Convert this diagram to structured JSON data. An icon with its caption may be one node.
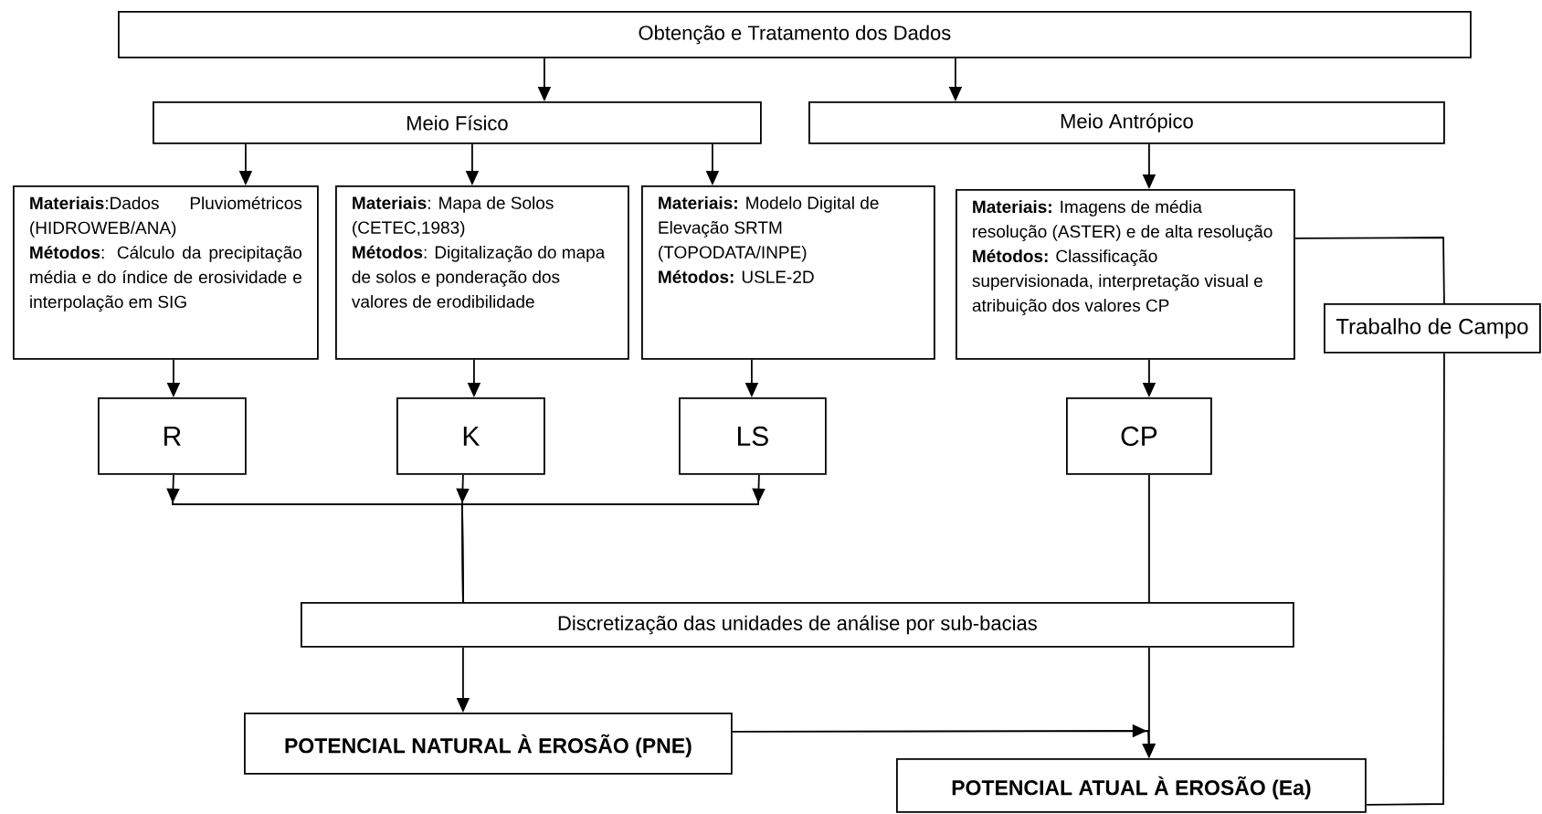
{
  "diagram": {
    "nodes": [
      {
        "text": [
          "Obtenção e Tratamento dos Dados"
        ]
      },
      {
        "text": [
          "Meio Físico"
        ]
      },
      {
        "text": [
          "Meio Antrópico"
        ]
      },
      {
        "text": [
          "**Materiais**:Dados Pluviométricos (HIDROWEB/ANA)",
          "**Métodos**: Cálculo da precipitação média e do índice de erosividade e interpolação em SIG"
        ]
      },
      {
        "text": [
          "**Materiais**: Mapa de Solos (CETEC,1983)",
          "**Métodos**: Digitalização do mapa de solos e ponderação dos valores de erodibilidade"
        ]
      },
      {
        "text": [
          "**Materiais:** Modelo Digital de Elevação SRTM (TOPODATA/INPE)",
          "**Métodos:** USLE-2D"
        ]
      },
      {
        "text": [
          "**Materiais:** Imagens de média resolução (ASTER) e de alta resolução",
          "**Métodos:** Classificação supervisionada, interpretação visual e atribuição dos valores CP"
        ]
      },
      {
        "text": [
          "Trabalho de Campo"
        ]
      },
      {
        "text": [
          "R"
        ]
      },
      {
        "text": [
          "K"
        ]
      },
      {
        "text": [
          "LS"
        ]
      },
      {
        "text": [
          "CP"
        ]
      },
      {
        "text": [
          "Discretização das unidades de análise por sub-bacias"
        ]
      },
      {
        "text": [
          "POTENCIAL NATURAL À EROSÃO (PNE)"
        ]
      },
      {
        "text": [
          "POTENCIAL ATUAL À EROSÃO (Ea)"
        ]
      }
    ],
    "edges": [
      {
        "from": 0,
        "to": 1,
        "arrow": "to"
      },
      {
        "from": 0,
        "to": 2,
        "arrow": "to"
      },
      {
        "from": 1,
        "to": 3,
        "arrow": "to"
      },
      {
        "from": 1,
        "to": 4,
        "arrow": "to"
      },
      {
        "from": 1,
        "to": 5,
        "arrow": "to"
      },
      {
        "from": 2,
        "to": 6,
        "arrow": "to"
      },
      {
        "from": 3,
        "to": 8,
        "arrow": "to"
      },
      {
        "from": 4,
        "to": 9,
        "arrow": "to"
      },
      {
        "from": 5,
        "to": 10,
        "arrow": "to"
      },
      {
        "from": 6,
        "to": 11,
        "arrow": "to"
      },
      {
        "from": 8,
        "to": 12,
        "arrow": "to"
      },
      {
        "from": 9,
        "to": 12,
        "arrow": "to"
      },
      {
        "from": 10,
        "to": 12,
        "arrow": "to"
      },
      {
        "from": 11,
        "to": 12,
        "arrow": "none"
      },
      {
        "from": 12,
        "to": 13,
        "arrow": "to"
      },
      {
        "from": 12,
        "to": 14,
        "arrow": "to"
      },
      {
        "from": 13,
        "to": 14,
        "arrow": "to"
      },
      {
        "from": 6,
        "to": 7,
        "arrow": "none"
      },
      {
        "from": 7,
        "to": 14,
        "arrow": "none"
      }
    ]
  }
}
